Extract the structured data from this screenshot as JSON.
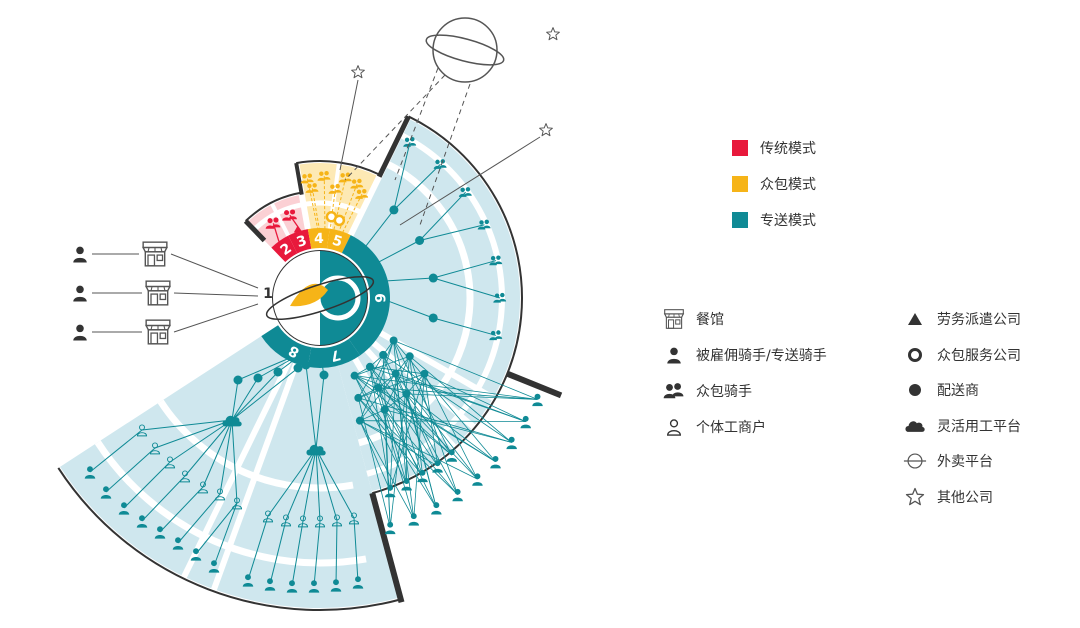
{
  "diagram": {
    "center_number": "1",
    "sectors": [
      {
        "number": "2",
        "mode": "传统模式"
      },
      {
        "number": "3",
        "mode": "传统模式"
      },
      {
        "number": "4",
        "mode": "众包模式"
      },
      {
        "number": "5",
        "mode": "众包模式"
      },
      {
        "number": "6",
        "mode": "专送模式"
      },
      {
        "number": "7",
        "mode": "专送模式"
      },
      {
        "number": "8",
        "mode": "专送模式"
      }
    ]
  },
  "colors": {
    "traditional": "#e8193c",
    "crowdsource": "#f6b418",
    "dedicated": "#0f8a95",
    "traditional_bg": "#fbd0d4",
    "crowdsource_bg": "#fde9b4",
    "dedicated_bg": "#cfe7ee"
  },
  "mode_legend": [
    {
      "label": "传统模式",
      "color": "#e8193c"
    },
    {
      "label": "众包模式",
      "color": "#f6b418"
    },
    {
      "label": "专送模式",
      "color": "#0f8a95"
    }
  ],
  "icon_legend_left": [
    {
      "label": "餐馆",
      "icon": "restaurant-icon"
    },
    {
      "label": "被雇佣骑手/专送骑手",
      "icon": "employed-rider-icon"
    },
    {
      "label": "众包骑手",
      "icon": "crowdsource-rider-icon"
    },
    {
      "label": "个体工商户",
      "icon": "self-employed-icon"
    }
  ],
  "icon_legend_right": [
    {
      "label": "劳务派遣公司",
      "icon": "triangle-icon"
    },
    {
      "label": "众包服务公司",
      "icon": "ring-icon"
    },
    {
      "label": "配送商",
      "icon": "dot-icon"
    },
    {
      "label": "灵活用工平台",
      "icon": "cloud-icon"
    },
    {
      "label": "外卖平台",
      "icon": "planet-icon"
    },
    {
      "label": "其他公司",
      "icon": "star-icon"
    }
  ]
}
